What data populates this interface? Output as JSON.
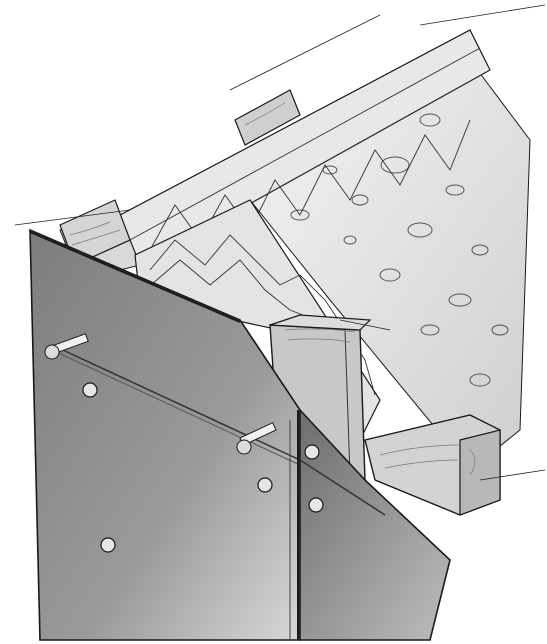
{
  "illustration": {
    "subject": "facade-corner-construction-detail",
    "style": "grayscale-pencil-sketch",
    "components": [
      {
        "id": "concrete-wall",
        "icon": "concrete-wall-icon"
      },
      {
        "id": "insulation-layer",
        "icon": "insulation-icon"
      },
      {
        "id": "timber-battens",
        "icon": "timber-batten-icon"
      },
      {
        "id": "cladding-panels",
        "icon": "cladding-panel-icon"
      },
      {
        "id": "anchor-bolts",
        "icon": "anchor-bolt-icon"
      },
      {
        "id": "rivet-fixings",
        "icon": "rivet-icon"
      }
    ],
    "colors": {
      "paper": "#ffffff",
      "concrete": "#ececec",
      "concrete_shadow": "#c9c9c9",
      "insulation": "#e6e6e6",
      "timber": "#d2d2d2",
      "panel": "#8e8e8e",
      "panel_dark": "#5f5f5f",
      "line": "#1a1a1a"
    }
  }
}
